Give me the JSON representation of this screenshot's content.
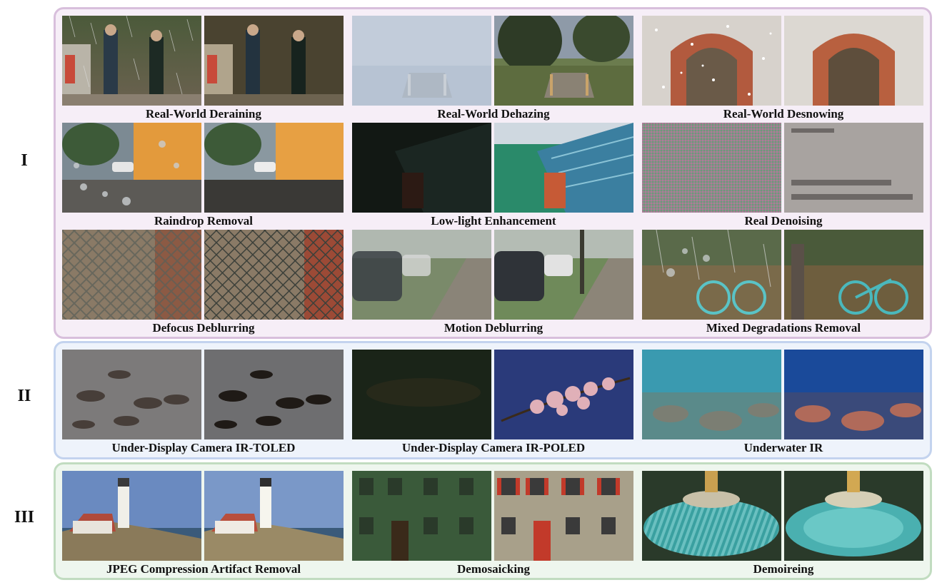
{
  "groups": [
    {
      "label": "I"
    },
    {
      "label": "II"
    },
    {
      "label": "III"
    }
  ],
  "tasks": [
    {
      "caption": "Real-World Deraining",
      "scene": "rain-street"
    },
    {
      "caption": "Real-World Dehazing",
      "scene": "haze-park"
    },
    {
      "caption": "Real-World Desnowing",
      "scene": "snow-arch"
    },
    {
      "caption": "Raindrop Removal",
      "scene": "raindrop-building"
    },
    {
      "caption": "Low-light Enhancement",
      "scene": "lowlight-stadium"
    },
    {
      "caption": "Real Denoising",
      "scene": "noisy-text"
    },
    {
      "caption": "Defocus Deblurring",
      "scene": "fence-brick"
    },
    {
      "caption": "Motion Deblurring",
      "scene": "cars-sidewalk"
    },
    {
      "caption": "Mixed Degradations Removal",
      "scene": "bicycle-park"
    },
    {
      "caption": "Under-Display Camera IR-TOLED",
      "scene": "geese"
    },
    {
      "caption": "Under-Display Camera IR-POLED",
      "scene": "cherry-blossom"
    },
    {
      "caption": "Underwater IR",
      "scene": "coral-reef"
    },
    {
      "caption": "JPEG Compression Artifact Removal",
      "scene": "lighthouse"
    },
    {
      "caption": "Demosaicking",
      "scene": "brick-facade"
    },
    {
      "caption": "Demoireing",
      "scene": "fountain"
    }
  ]
}
